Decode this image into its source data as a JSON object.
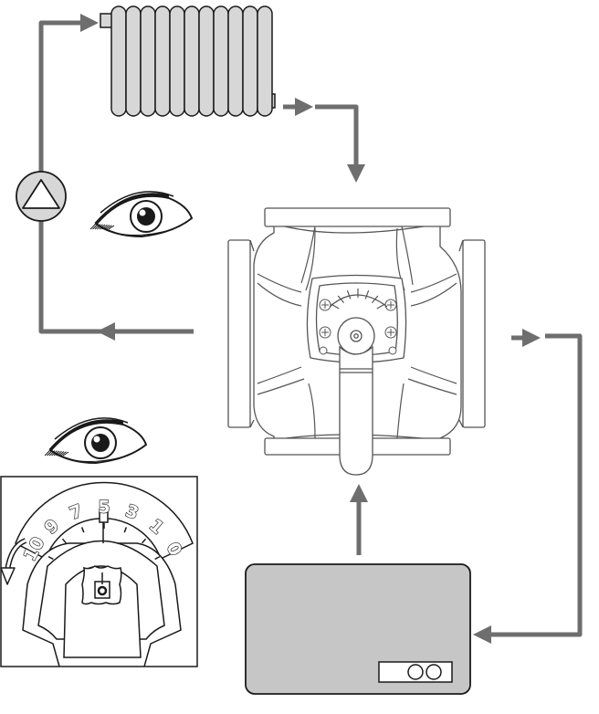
{
  "colors": {
    "pipe": "#6e6e6e",
    "radiator_fill": "#d7d7d7",
    "boiler_fill": "#c6c6c6",
    "outline": "#1a1a1a",
    "valve_line": "#555555"
  },
  "icons": [
    "pump-icon",
    "eye-icon",
    "radiator-icon",
    "mixing-valve-icon",
    "boiler-icon",
    "rotation-arrow-icon"
  ],
  "dial": {
    "scale": [
      "10",
      "9",
      "7",
      "5",
      "3",
      "1",
      "0"
    ]
  },
  "valve_scale_marks": 7
}
